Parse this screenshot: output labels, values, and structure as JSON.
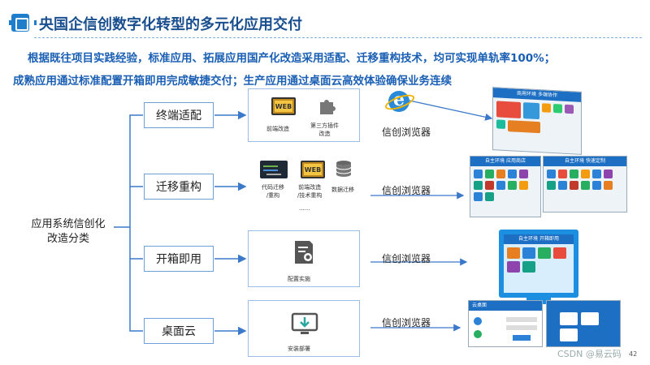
{
  "header": {
    "title": "央国企信创数字化转型的多元化应用交付"
  },
  "subtitle": {
    "line1": "根据既往项目实践经验，标准应用、拓展应用国产化改造采用适配、迁移重构技术，均可实现单轨率100%；",
    "line2": "成熟应用通过标准配置开箱即用完成敏捷交付；生产应用通过桌面云高效体验确保业务连续"
  },
  "root": {
    "line1": "应用系统信创化",
    "line2": "改造分类"
  },
  "categories": [
    {
      "label": "终端适配",
      "items": [
        {
          "icon": "web-icon",
          "label": "前端改造"
        },
        {
          "icon": "puzzle-icon",
          "label_line1": "第三方插件",
          "label_line2": "改造"
        }
      ],
      "browser": "信创浏览器"
    },
    {
      "label": "迁移重构",
      "items": [
        {
          "icon": "code-icon",
          "label_line1": "代码迁移",
          "label_line2": "/重构"
        },
        {
          "icon": "web-icon",
          "label_line1": "前端改造",
          "label_line2": "/技术重构"
        },
        {
          "icon": "database-icon",
          "label": "数据迁移"
        }
      ],
      "ellipsis": "......",
      "browser": "信创浏览器"
    },
    {
      "label": "开箱即用",
      "items": [
        {
          "icon": "config-icon",
          "label": "配置实施"
        }
      ],
      "browser": "信创浏览器"
    },
    {
      "label": "桌面云",
      "items": [
        {
          "icon": "deploy-icon",
          "label": "安装部署"
        }
      ],
      "browser": "信创浏览器"
    }
  ],
  "icons": {
    "web_text": "WEB"
  },
  "screenshots": {
    "shot1_title": "商用环境  多端协作",
    "shot2a_title": "自主环境  应用商店",
    "shot2b_title": "自主环境  快速定制",
    "shot3_title": "自主环境  开箱即用",
    "shot4_title": "云桌面"
  },
  "colors": {
    "title": "#1a4f8f",
    "subtitle": "#1a5fb4",
    "line": "#3a78c9",
    "box_border": "#6f9fd8"
  },
  "footer": {
    "watermark": "CSDN @易云码",
    "page_number": "42"
  }
}
